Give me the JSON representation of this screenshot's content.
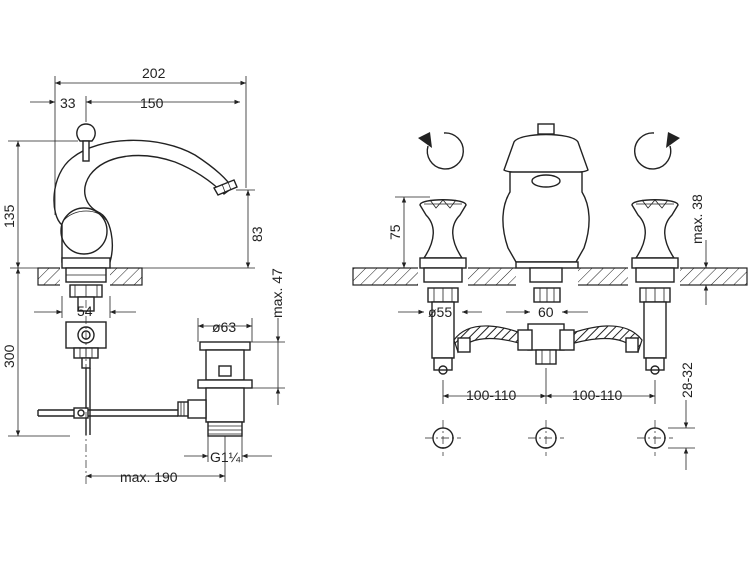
{
  "dimensions": {
    "d202": "202",
    "d33": "33",
    "d150": "150",
    "d135": "135",
    "d83": "83",
    "dmax47": "max. 47",
    "d300": "300",
    "d54": "54",
    "dphi63": "ø63",
    "dG114": "G1¼",
    "dmax190": "max. 190",
    "d75": "75",
    "dmax38": "max. 38",
    "dphi55": "ø55",
    "d60": "60",
    "d100110a": "100-110",
    "d100110b": "100-110",
    "d2832": "28-32"
  },
  "colors": {
    "line": "#222222",
    "background": "#ffffff"
  },
  "icons": [
    "rotate-counterclockwise-icon",
    "rotate-clockwise-icon"
  ]
}
